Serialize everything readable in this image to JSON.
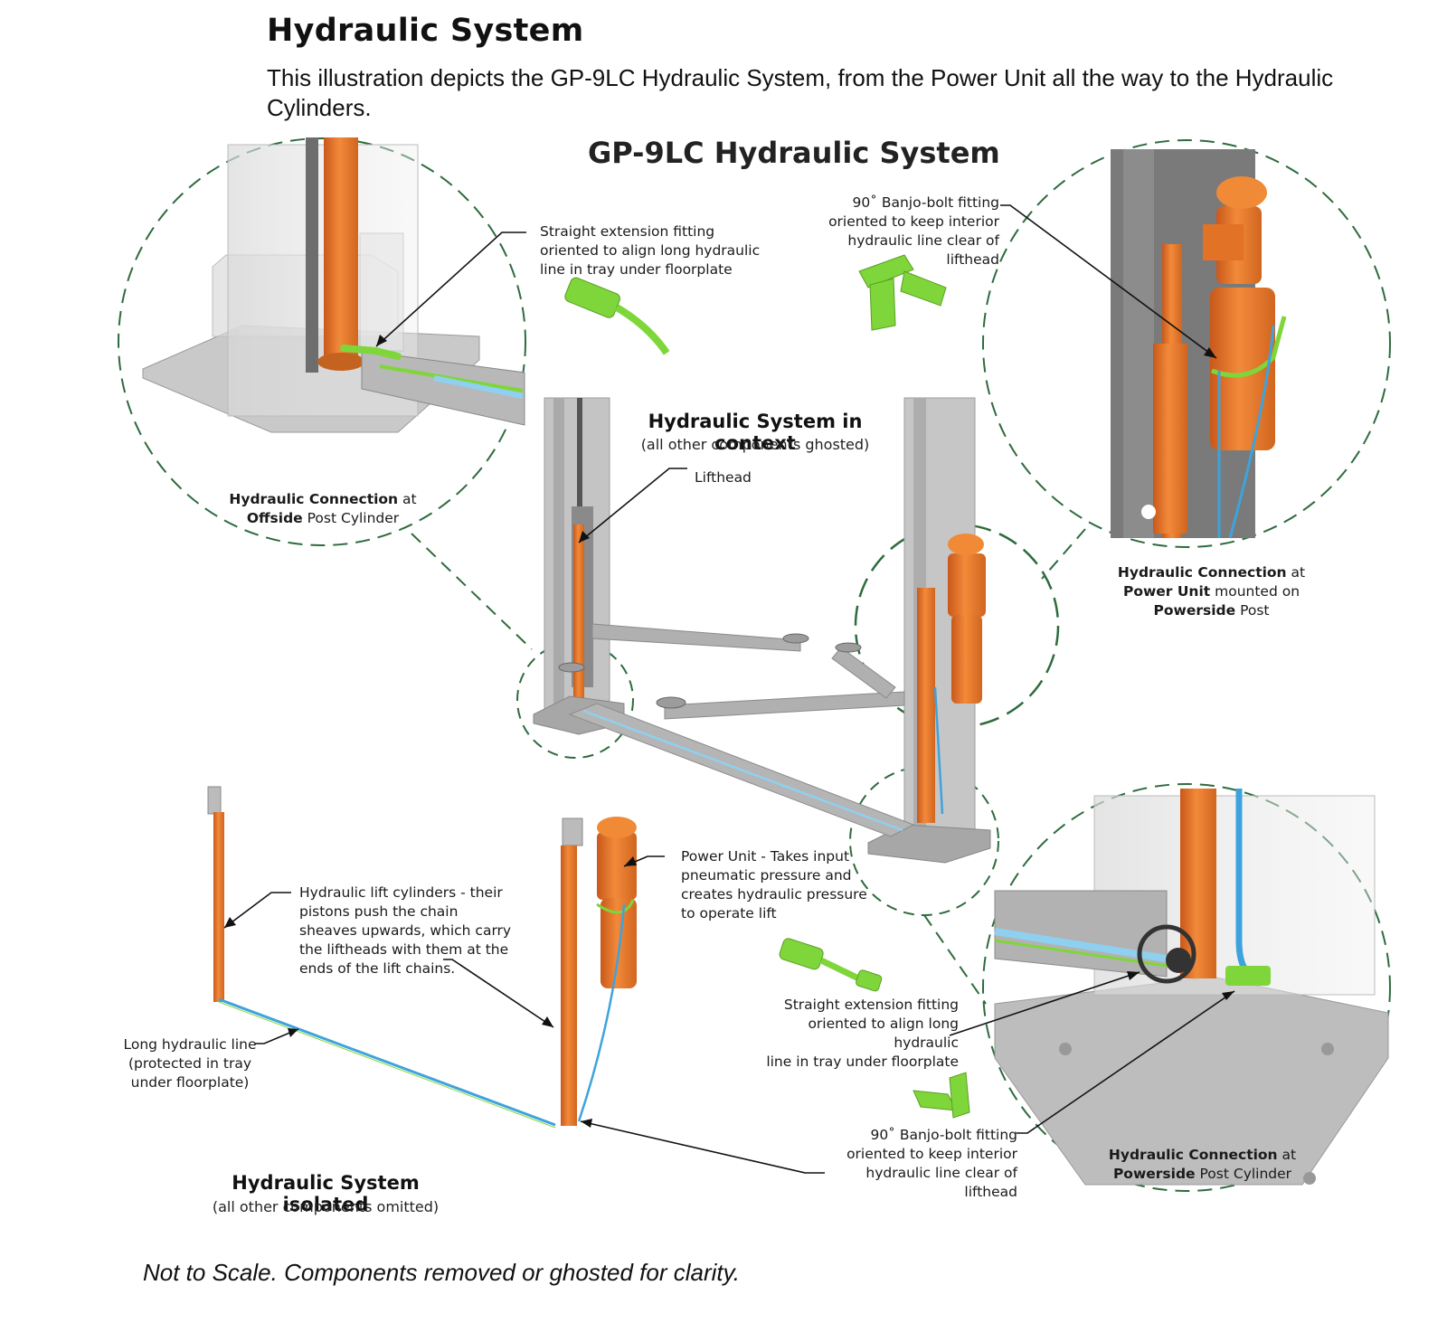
{
  "header": {
    "title": "Hydraulic System",
    "intro": "This illustration depicts the GP-9LC Hydraulic System, from the Power Unit all the way to the Hydraulic Cylinders."
  },
  "diagram": {
    "title": "GP-9LC Hydraulic System",
    "context": {
      "title": "Hydraulic System in context",
      "subtitle": "(all other components ghosted)",
      "lifthead_label": "Lifthead"
    },
    "isolated": {
      "title": "Hydraulic System isolated",
      "subtitle": "(all other components omitted)"
    },
    "callouts": {
      "offside_fitting": [
        "Straight extension fitting",
        "oriented to align long hydraulic",
        "line in tray under floorplate"
      ],
      "banjo_top": [
        "90˚ Banjo-bolt fitting",
        "oriented to keep interior",
        "hydraulic line clear of lifthead"
      ],
      "offside_connection": {
        "bold1": "Hydraulic Connection",
        "rest1": "at",
        "bold2": "Offside",
        "rest2": "Post Cylinder"
      },
      "power_unit_connection": {
        "bold1": "Hydraulic Connection",
        "rest1": "at",
        "bold2": "Power Unit",
        "rest2": "mounted on",
        "bold3": "Powerside",
        "rest3": "Post"
      },
      "power_unit": [
        "Power Unit - Takes input",
        "pneumatic pressure and",
        "creates hydraulic pressure",
        "to operate lift"
      ],
      "cylinders": [
        "Hydraulic lift cylinders - their",
        "pistons push the chain",
        "sheaves upwards, which carry",
        "the liftheads with them at the",
        "ends of the lift chains."
      ],
      "long_line": [
        "Long hydraulic line",
        "(protected in tray",
        "under floorplate)"
      ],
      "powerside_fitting": [
        "Straight extension fitting",
        "oriented to align long hydraulic",
        "line in tray under floorplate"
      ],
      "banjo_bottom": [
        "90˚ Banjo-bolt fitting",
        "oriented to keep interior",
        "hydraulic line clear of lifthead"
      ],
      "powerside_connection": {
        "bold1": "Hydraulic Connection",
        "rest1": "at",
        "bold2": "Powerside",
        "rest2": "Post Cylinder"
      }
    }
  },
  "footer": "Not to Scale. Components removed or ghosted for clarity.",
  "colors": {
    "orange": "#ee7a2a",
    "green_fitting": "#7fd63a",
    "dashed_circle": "#2e6b3e",
    "hydraulic_line": "#3ea3dc",
    "post_grey": "#a8a8a8"
  }
}
